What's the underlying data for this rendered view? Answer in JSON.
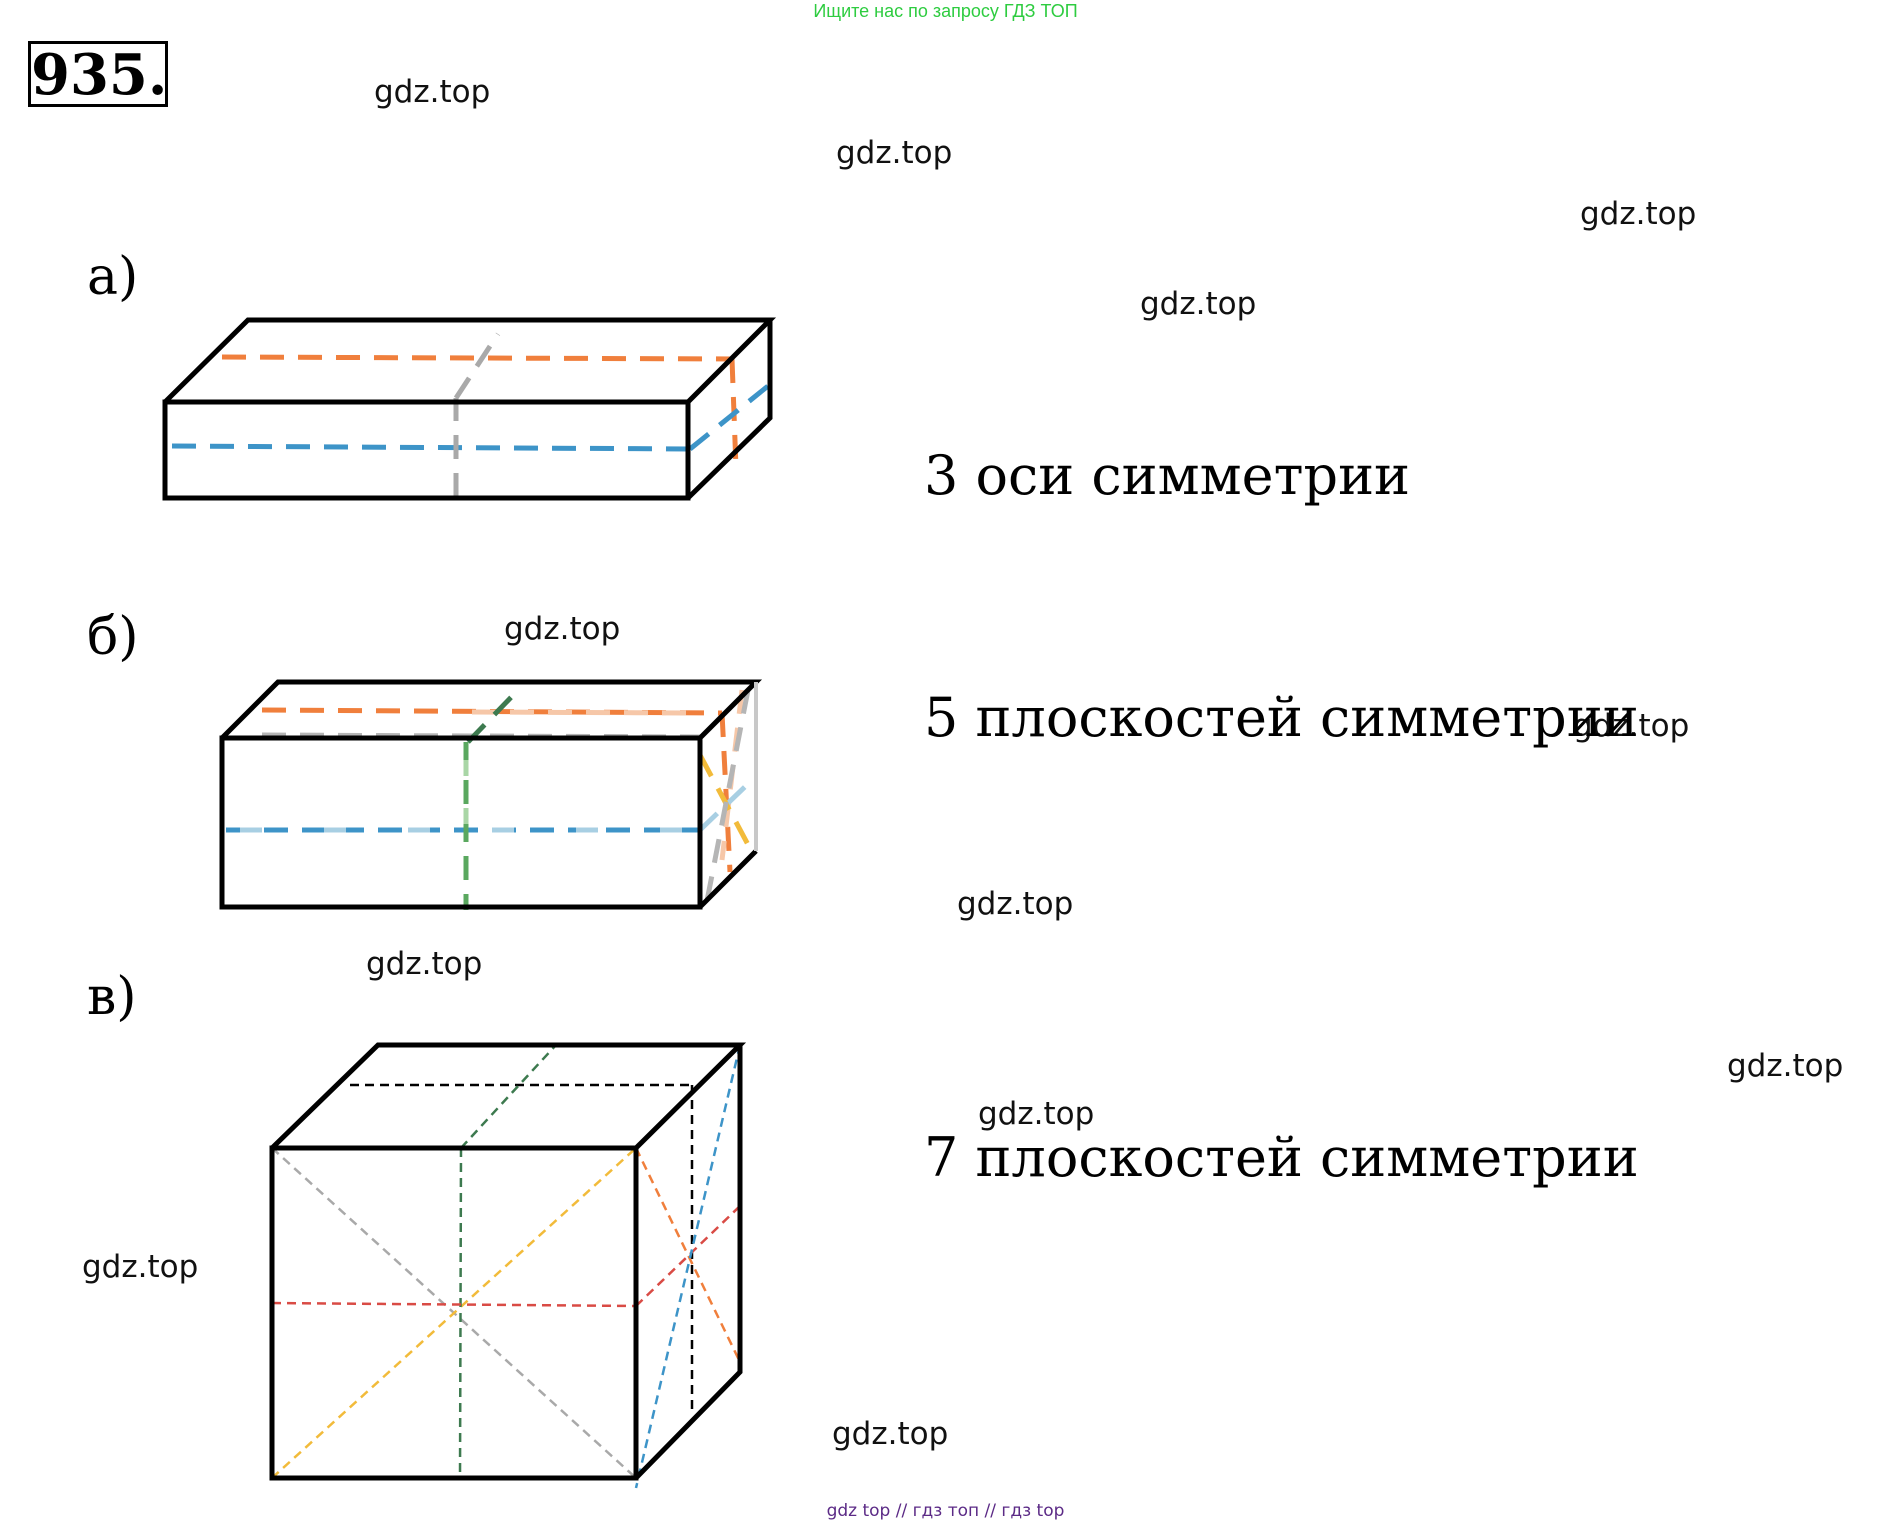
{
  "header": {
    "search_hint": "Ищите нас по запросу ГДЗ ТОП"
  },
  "problem": {
    "number": "935."
  },
  "watermark": "gdz.top",
  "parts": [
    {
      "letter": "а)",
      "answer": "3 оси симметрии"
    },
    {
      "letter": "б)",
      "answer": "5 плоскостей симметрии"
    },
    {
      "letter": "в)",
      "answer": "7 плоскостей симметрии"
    }
  ],
  "footer": {
    "text": "gdz top  //  гдз топ  //  гдз top"
  },
  "colors": {
    "outline": "#000000",
    "orange": "#f07f3c",
    "blue": "#3d94c8",
    "gray": "#a9a9a9",
    "light_orange": "#f6c7a8",
    "light_blue": "#a8cfe3",
    "dark_green": "#3d7a4f",
    "green": "#5aa85f",
    "light_green": "#a9d6a6",
    "yellow": "#f2bb3a",
    "red": "#d94b45"
  }
}
